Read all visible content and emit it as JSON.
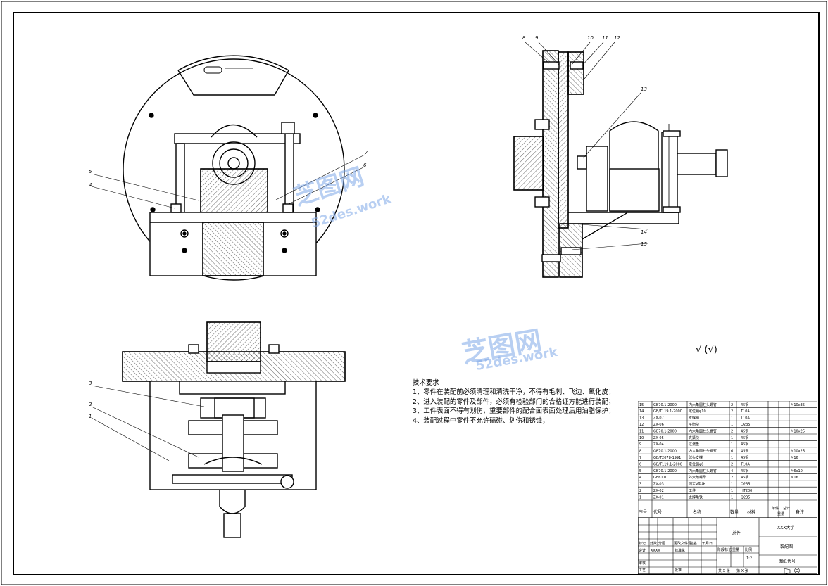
{
  "watermark": {
    "brand": "芝图网",
    "domain": "52des.work"
  },
  "roughness_symbol": "√ (√)",
  "tech_requirements": {
    "title": "技术要求",
    "items": [
      "1、零件在装配前必须清理和清洗干净，不得有毛刺、飞边、氧化皮；",
      "2、进入装配的零件及部件，必须有检验部门的合格证方能进行装配；",
      "3、工件表面不得有划伤，重要部件的配合面表面处理后用油脂保护；",
      "4、装配过程中零件不允许磕碰、划伤和锈蚀；"
    ]
  },
  "balloons": {
    "front_view": [
      "7",
      "6",
      "5",
      "4"
    ],
    "side_view": [
      "8",
      "9",
      "10",
      "11",
      "12",
      "13",
      "14",
      "15"
    ],
    "top_view": [
      "3",
      "2",
      "1"
    ]
  },
  "bom": {
    "headers": [
      "序号",
      "代号",
      "名称",
      "数量",
      "材料",
      "单件",
      "总计",
      "重量",
      "备注"
    ],
    "rows": [
      {
        "no": "15",
        "code": "GB70.1-2000",
        "name": "内六角圆柱头螺钉",
        "qty": "2",
        "material": "45钢",
        "note": "M10x35"
      },
      {
        "no": "14",
        "code": "GB/T119.1-2000",
        "name": "定位销φ10",
        "qty": "2",
        "material": "T10A",
        "note": ""
      },
      {
        "no": "13",
        "code": "ZX-07",
        "name": "支撑销",
        "qty": "1",
        "material": "T10A",
        "note": ""
      },
      {
        "no": "12",
        "code": "ZX-06",
        "name": "平衡块",
        "qty": "1",
        "material": "Q235",
        "note": ""
      },
      {
        "no": "11",
        "code": "GB70.1-2000",
        "name": "内六角圆柱头螺钉",
        "qty": "2",
        "material": "45钢",
        "note": "M10x25"
      },
      {
        "no": "10",
        "code": "ZX-05",
        "name": "夹紧块",
        "qty": "1",
        "material": "45钢",
        "note": ""
      },
      {
        "no": "9",
        "code": "ZX-04",
        "name": "过渡盘",
        "qty": "1",
        "material": "45钢",
        "note": ""
      },
      {
        "no": "8",
        "code": "GB70.1-2000",
        "name": "内六角圆柱头螺钉",
        "qty": "6",
        "material": "45钢",
        "note": "M10x25"
      },
      {
        "no": "7",
        "code": "GB/T2078-1991",
        "name": "球头支撑",
        "qty": "1",
        "material": "45钢",
        "note": "M16"
      },
      {
        "no": "6",
        "code": "GB/T119.1-2000",
        "name": "定位销φ8",
        "qty": "2",
        "material": "T10A",
        "note": ""
      },
      {
        "no": "5",
        "code": "GB70.1-2000",
        "name": "内六角圆柱头螺钉",
        "qty": "4",
        "material": "45钢",
        "note": "M6x10"
      },
      {
        "no": "4",
        "code": "GB6170",
        "name": "外六角螺母",
        "qty": "2",
        "material": "45钢",
        "note": "M16"
      },
      {
        "no": "3",
        "code": "ZX-03",
        "name": "固定V型块",
        "qty": "1",
        "material": "Q235",
        "note": ""
      },
      {
        "no": "2",
        "code": "ZX-02",
        "name": "工件",
        "qty": "1",
        "material": "HT200",
        "note": ""
      },
      {
        "no": "1",
        "code": "ZX-01",
        "name": "支撑角铁",
        "qty": "1",
        "material": "Q235",
        "note": ""
      }
    ]
  },
  "title_block": {
    "assembly": "总件",
    "school": "XXX大学",
    "drawing_name": "装配图",
    "drawing_no": "图纸代号",
    "labels": {
      "mark": "标记",
      "count": "处数",
      "zone": "分区",
      "change_doc": "更改文件号",
      "signature": "签名",
      "date": "年月日",
      "design": "设计",
      "designer": "XXXX",
      "standardize": "标准化",
      "stage_mark": "阶段标记",
      "weight": "重量",
      "scale": "比例",
      "scale_value": "1:2",
      "review": "审核",
      "process": "工艺",
      "approve": "批准",
      "sheets_total": "共 X 张",
      "sheet_no": "第 X 张"
    }
  }
}
